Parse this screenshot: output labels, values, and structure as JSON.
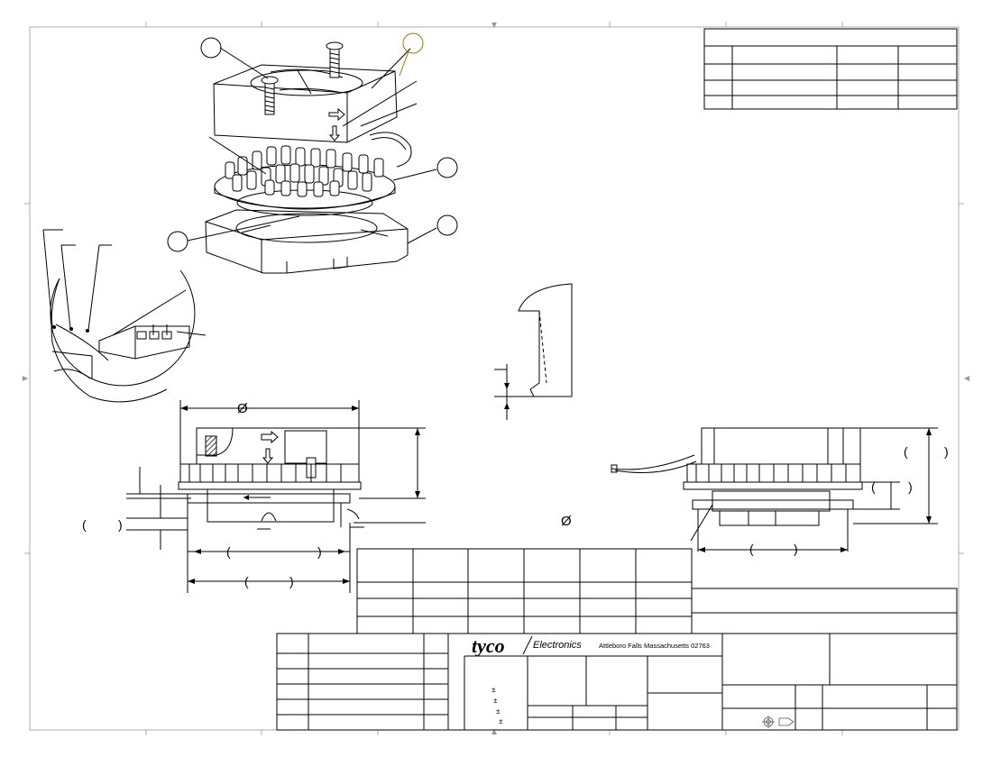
{
  "title_block": {
    "logo_text": "tyco",
    "logo_subtext": "Electronics",
    "address": "Attleboro Falls Massachusetts 02763"
  },
  "symbols": {
    "diameter": "Ø",
    "plus_minus": "±",
    "paren_open": "(",
    "paren_close": ")"
  }
}
